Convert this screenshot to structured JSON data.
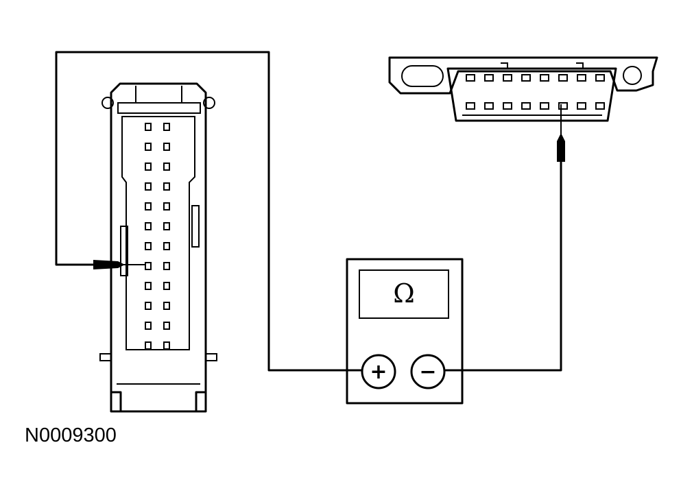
{
  "figure": {
    "id_label": "N0009300"
  },
  "meter": {
    "display_symbol": "Ω",
    "plus_terminal": "+",
    "minus_terminal": "−"
  },
  "connectors": {
    "harness_pin_rows": 12,
    "harness_pin_columns": 2,
    "obd_pins_per_row": 8
  }
}
